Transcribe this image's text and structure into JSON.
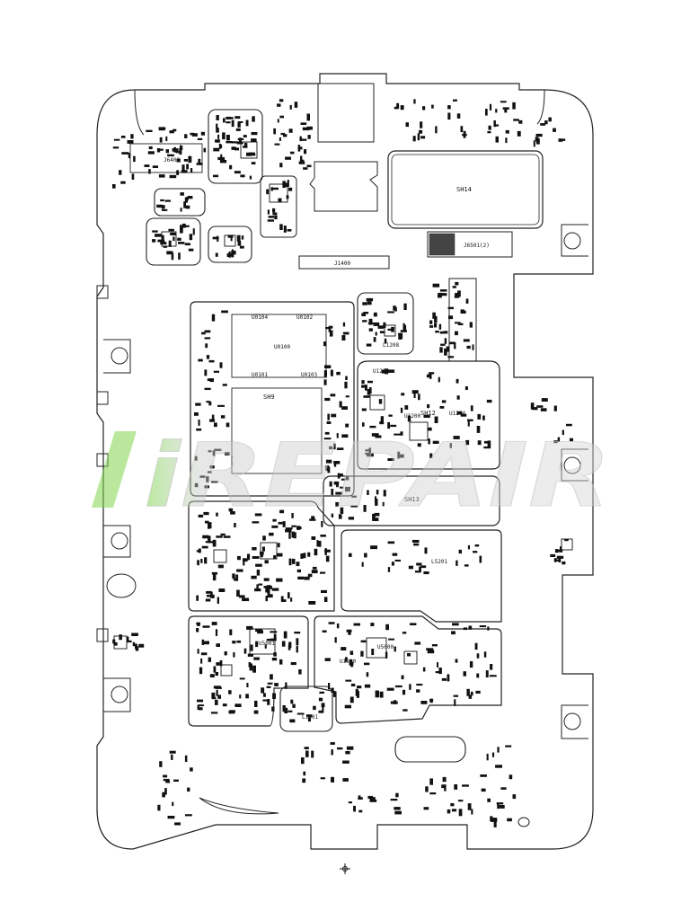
{
  "watermark": {
    "text": "iREPAIR",
    "accent_color": "#7fd64b"
  },
  "board": {
    "outline_color": "#222222",
    "component_color": "#111111"
  },
  "shield_labels": {
    "sh14": "SH14",
    "sh9": "SH9",
    "sh12": "SH12",
    "sh13": "SH13"
  },
  "connectors": {
    "j1400": "J1400",
    "j6402": "J6402",
    "j6501": "J6501(2)"
  },
  "chip_labels": {
    "u0104": "U0104",
    "u0101": "U0101",
    "u0102": "U0102",
    "u0103": "U0103",
    "u0100": "U0100",
    "u1203": "U1203",
    "u1200": "U1200",
    "u1204": "U1204",
    "l1208": "L1208",
    "l5201": "L5201",
    "u5001": "U5001",
    "u5000": "U5000",
    "l1801": "L1801",
    "u1910": "U1910"
  }
}
